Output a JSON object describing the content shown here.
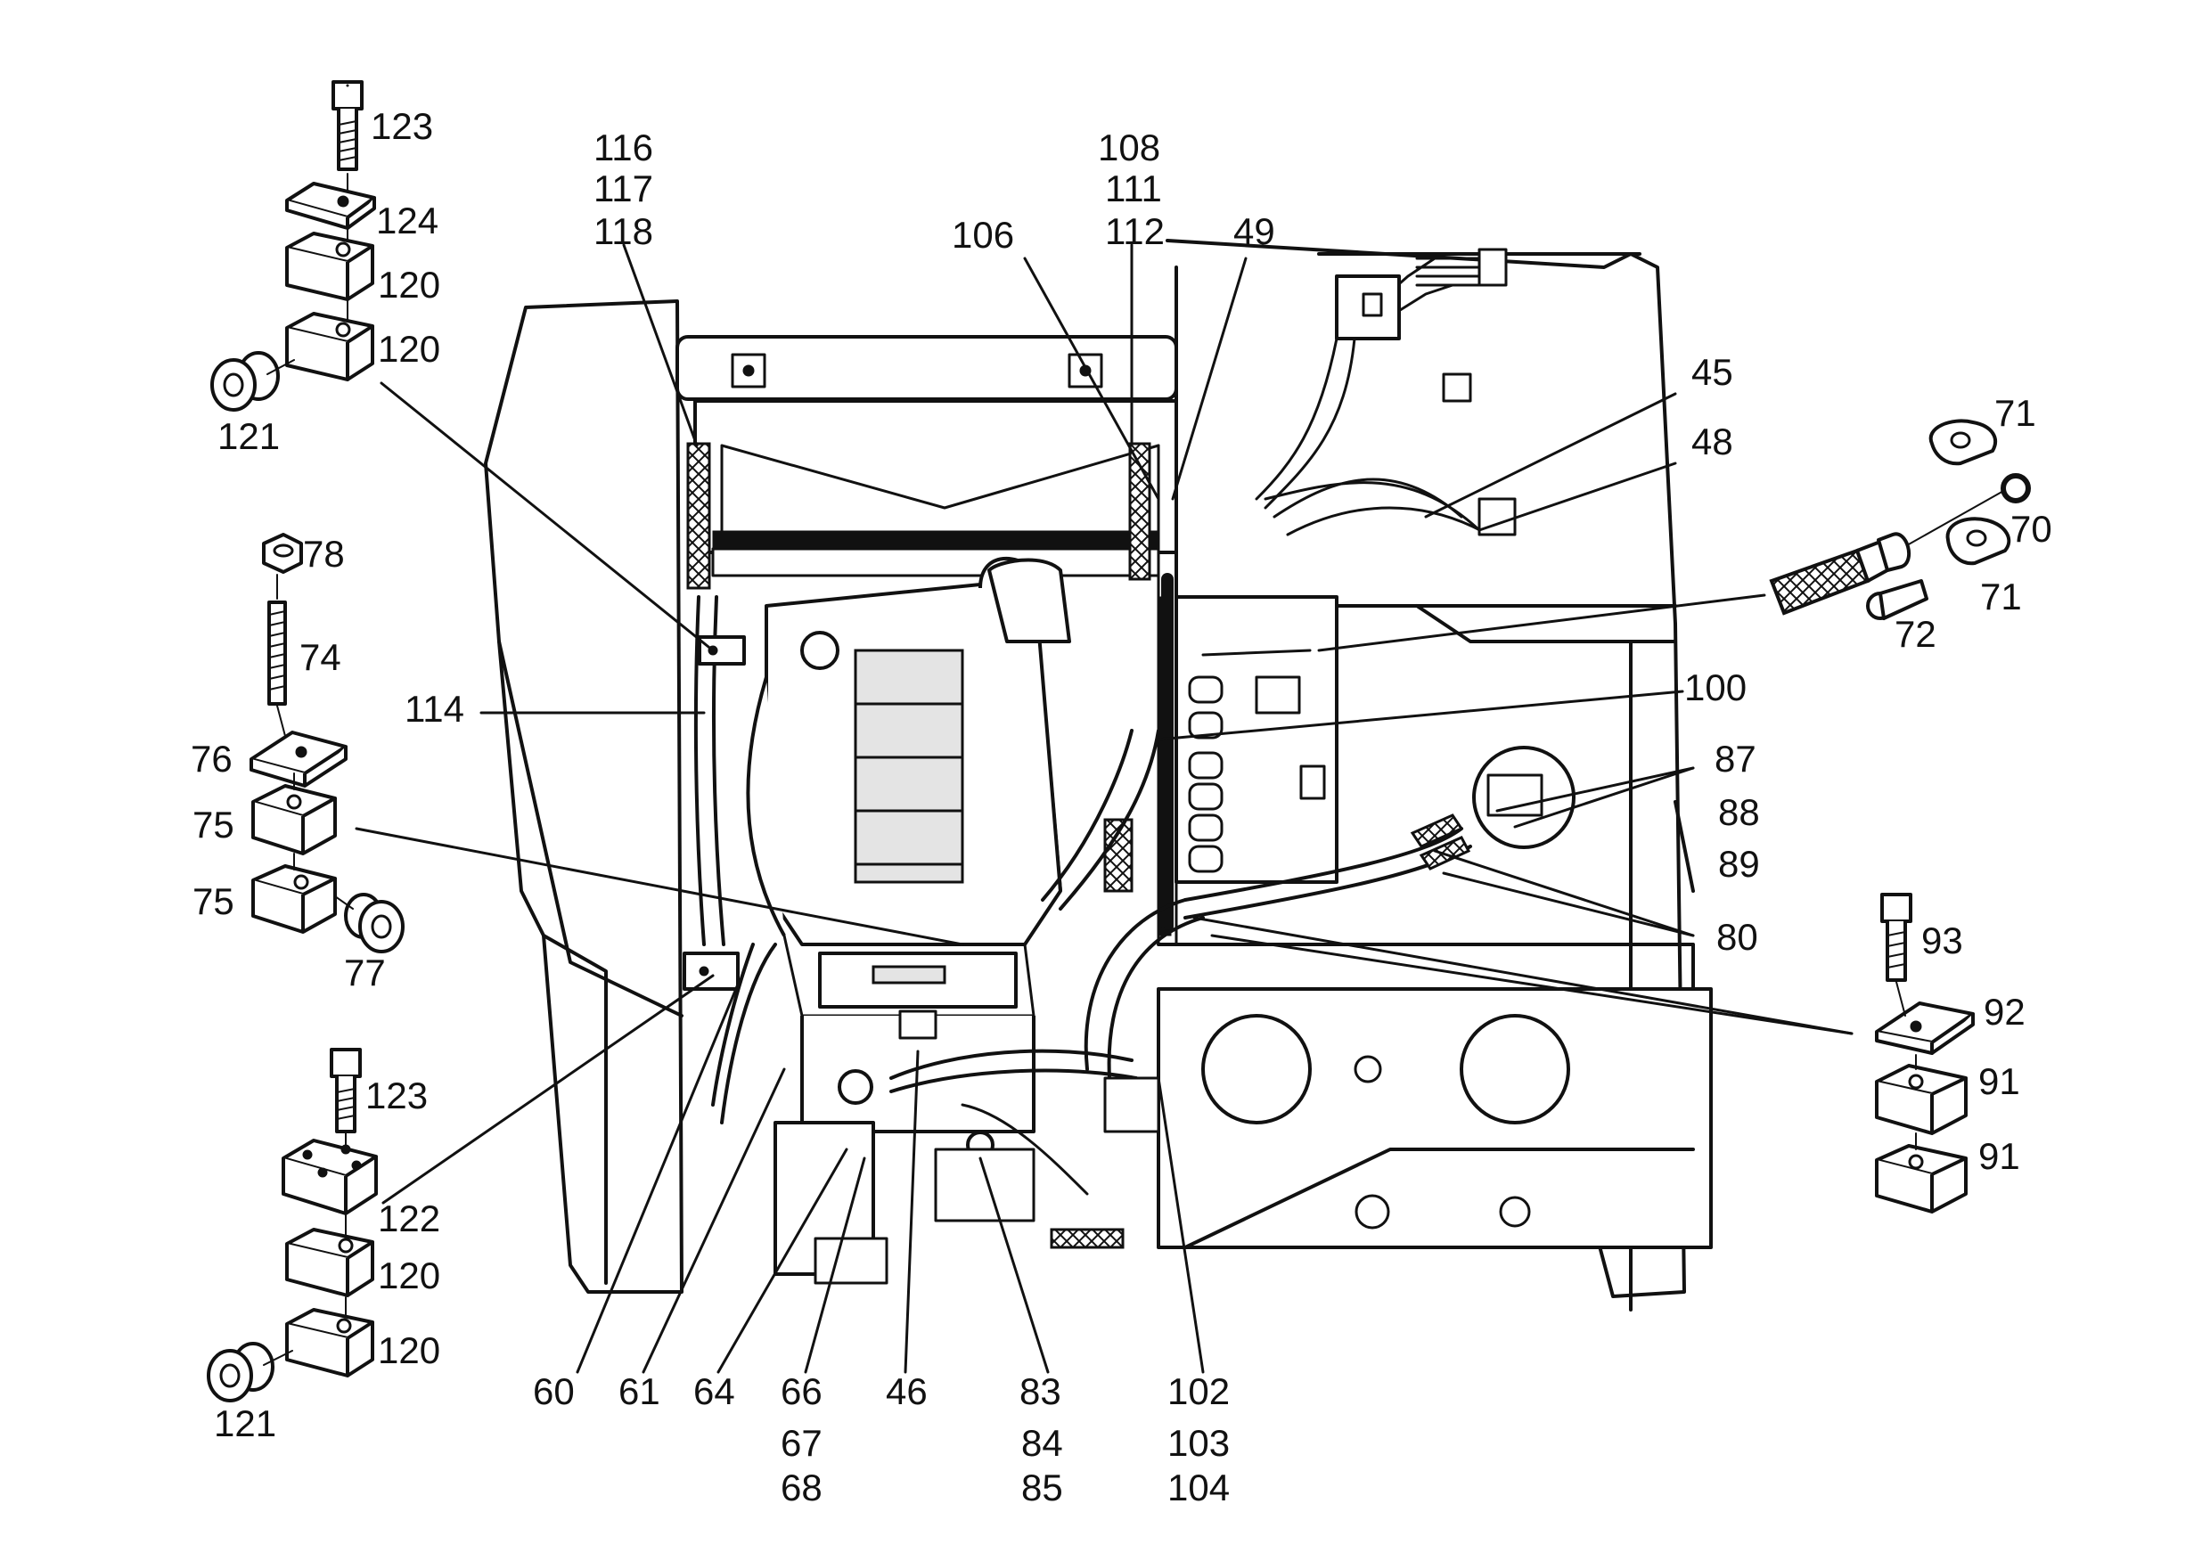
{
  "callouts": {
    "c123a": "123",
    "c124": "124",
    "c120a": "120",
    "c120b": "120",
    "c121a": "121",
    "c116": "116",
    "c117": "117",
    "c118": "118",
    "c108": "108",
    "c111": "111",
    "c112": "112",
    "c106": "106",
    "c49": "49",
    "c45": "45",
    "c48": "48",
    "c71a": "71",
    "c70": "70",
    "c71b": "71",
    "c72": "72",
    "c78": "78",
    "c74": "74",
    "c114": "114",
    "c76": "76",
    "c75a": "75",
    "c75b": "75",
    "c77": "77",
    "c100": "100",
    "c87": "87",
    "c88": "88",
    "c89": "89",
    "c80": "80",
    "c93": "93",
    "c92": "92",
    "c91a": "91",
    "c91b": "91",
    "c123b": "123",
    "c122": "122",
    "c120c": "120",
    "c120d": "120",
    "c121b": "121",
    "c60": "60",
    "c61": "61",
    "c64": "64",
    "c66": "66",
    "c67": "67",
    "c68": "68",
    "c46": "46",
    "c83": "83",
    "c84": "84",
    "c85": "85",
    "c102": "102",
    "c103": "103",
    "c104": "104"
  }
}
